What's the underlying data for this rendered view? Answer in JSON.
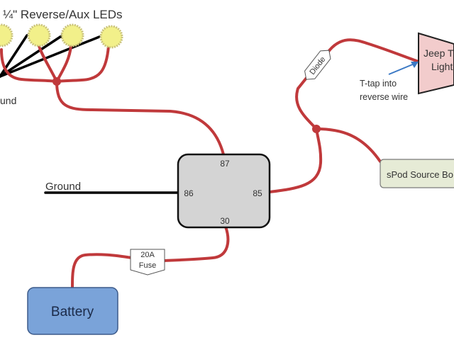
{
  "diagram": {
    "title": "¼\" Reverse/Aux LEDs",
    "led_count": 4,
    "colors": {
      "wire": "#c0393b",
      "ground_wire": "#000000",
      "led_fill": "#f2f08a",
      "relay_fill": "#d4d4d4",
      "battery_fill": "#7aa3d9",
      "tail_light_fill": "#f2cccc",
      "spod_fill": "#e6ebd6",
      "arrow": "#3a78c4"
    },
    "labels": {
      "led_ground": "und",
      "relay_ground": "Ground",
      "diode": "Diode",
      "fuse_line1": "20A",
      "fuse_line2": "Fuse",
      "battery": "Battery",
      "tail_light_line1": "Jeep T",
      "tail_light_line2": "Light",
      "ttap_line1": "T-tap into",
      "ttap_line2": "reverse wire",
      "spod": "sPod Source Bo"
    },
    "relay": {
      "pin_87": "87",
      "pin_86": "86",
      "pin_85": "85",
      "pin_30": "30"
    }
  }
}
